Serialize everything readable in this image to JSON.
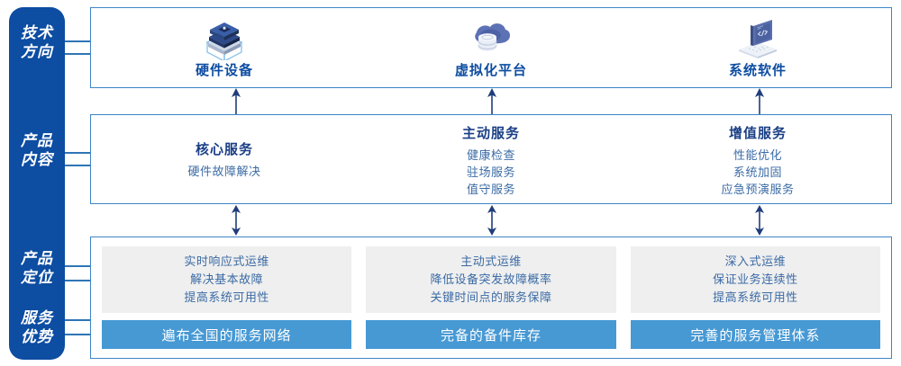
{
  "rail": {
    "color": "#0d4da2",
    "groups": [
      {
        "name": "tech-direction",
        "line1": "技术",
        "line2": "方向"
      },
      {
        "name": "product-content",
        "line1": "产品",
        "line2": "内容"
      },
      {
        "name": "product-position",
        "line1": "产品",
        "line2": "定位"
      },
      {
        "name": "service-advantage",
        "line1": "服务",
        "line2": "优势"
      }
    ]
  },
  "tech": {
    "items": [
      {
        "icon": "server-stack-icon",
        "label": "硬件设备"
      },
      {
        "icon": "cloud-database-icon",
        "label": "虚拟化平台"
      },
      {
        "icon": "laptop-code-icon",
        "label": "系统软件"
      }
    ]
  },
  "content": {
    "columns": [
      {
        "title": "核心服务",
        "items": [
          "硬件故障解决"
        ]
      },
      {
        "title": "主动服务",
        "items": [
          "健康检查",
          "驻场服务",
          "值守服务"
        ]
      },
      {
        "title": "增值服务",
        "items": [
          "性能优化",
          "系统加固",
          "应急预演服务"
        ]
      }
    ]
  },
  "position": {
    "columns": [
      {
        "items": [
          "实时响应式运维",
          "解决基本故障",
          "提高系统可用性"
        ],
        "advantage": "遍布全国的服务网络"
      },
      {
        "items": [
          "主动式运维",
          "降低设备突发故障概率",
          "关键时间点的服务保障"
        ],
        "advantage": "完备的备件库存"
      },
      {
        "items": [
          "深入式运维",
          "保证业务连续性",
          "提高系统可用性"
        ],
        "advantage": "完善的服务管理体系"
      }
    ]
  },
  "colors": {
    "rail_blue": "#0d4da2",
    "box_border": "#3d85c8",
    "gray_panel": "#efefef",
    "accent_blue": "#4799d4",
    "title_blue": "#1a3f86",
    "body_blue": "#3b6ba5",
    "arrow_blue": "#1f3d7a"
  }
}
